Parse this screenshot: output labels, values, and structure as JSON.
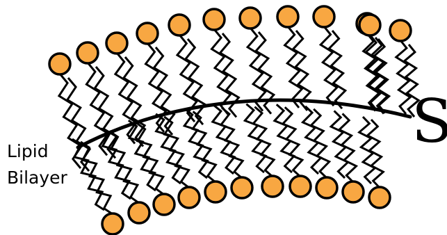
{
  "label": {
    "line1": "Lipid",
    "line2": "Bilayer"
  },
  "surface_label": "S",
  "colors": {
    "head_fill": "#F8A742",
    "head_stroke": "#000000",
    "tail_stroke": "#000000",
    "surface_line": "#000000"
  },
  "bilayer": {
    "outer_leaflet_lipids": 12,
    "inner_leaflet_lipids": 11
  }
}
